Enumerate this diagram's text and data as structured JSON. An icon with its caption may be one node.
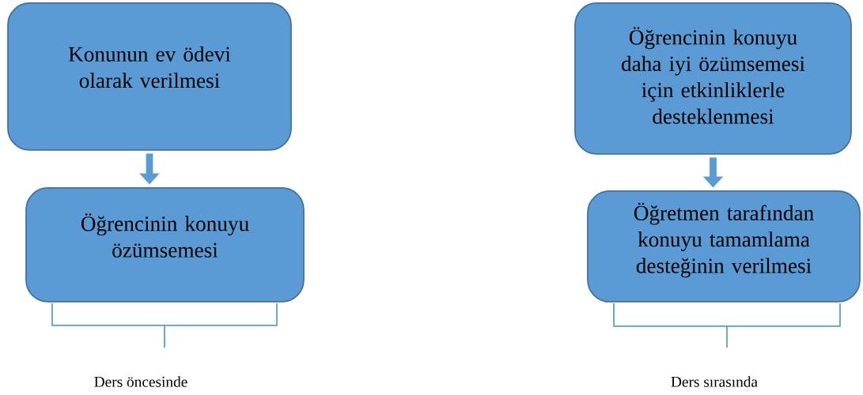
{
  "diagram": {
    "nodes": [
      {
        "text": [
          "Konunun ev ödevi olarak verilmesi"
        ]
      },
      {
        "text": [
          "Öğrencinin konuyu özümsemesi"
        ]
      },
      {
        "text": [
          "Öğrencinin konuyu daha iyi özümsemesi için etkinliklerle desteklenmesi"
        ]
      },
      {
        "text": [
          "Öğretmen tarafından konuyu tamamlama desteğinin verilmesi"
        ]
      }
    ],
    "edges": [
      {
        "from": 0,
        "to": 1,
        "arrow": "to"
      },
      {
        "from": 2,
        "to": 3,
        "arrow": "to"
      }
    ],
    "labels": [
      "Ders öncesinde",
      "Ders sırasında"
    ]
  }
}
